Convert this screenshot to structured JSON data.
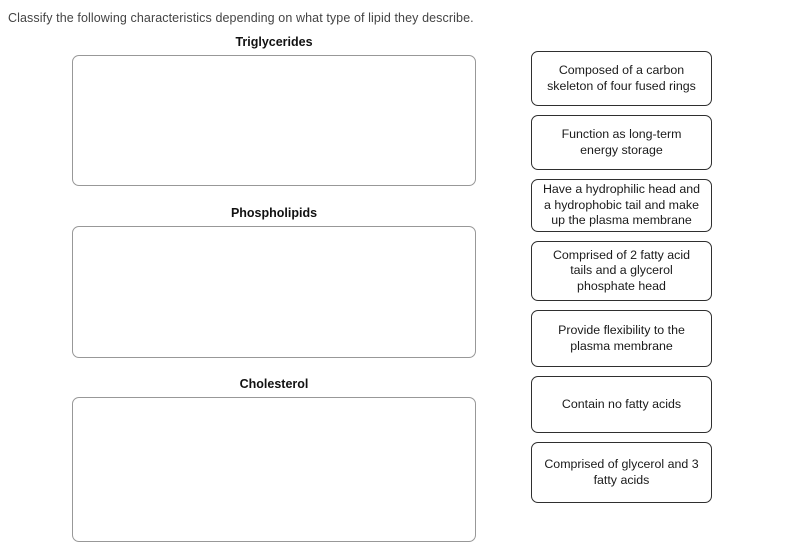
{
  "instruction": "Classify the following characteristics depending on what type of lipid they describe.",
  "colors": {
    "page_background": "#ffffff",
    "instruction_text": "#444444",
    "zone_border": "#989898",
    "card_border": "#2f2f2f",
    "label_text": "#111111",
    "card_text": "#1a1a1a"
  },
  "categories": [
    {
      "label": "Triglycerides",
      "items": []
    },
    {
      "label": "Phospholipids",
      "items": []
    },
    {
      "label": "Cholesterol",
      "items": []
    }
  ],
  "options": [
    {
      "text": "Composed of a carbon skeleton of four fused rings"
    },
    {
      "text": "Function as long-term energy storage"
    },
    {
      "text": "Have a hydrophilic head and a hydrophobic tail and make up the plasma membrane"
    },
    {
      "text": "Comprised of 2 fatty acid tails and a glycerol phosphate head"
    },
    {
      "text": "Provide flexibility to the plasma membrane"
    },
    {
      "text": "Contain no fatty acids"
    },
    {
      "text": "Comprised of glycerol and 3 fatty acids"
    }
  ]
}
